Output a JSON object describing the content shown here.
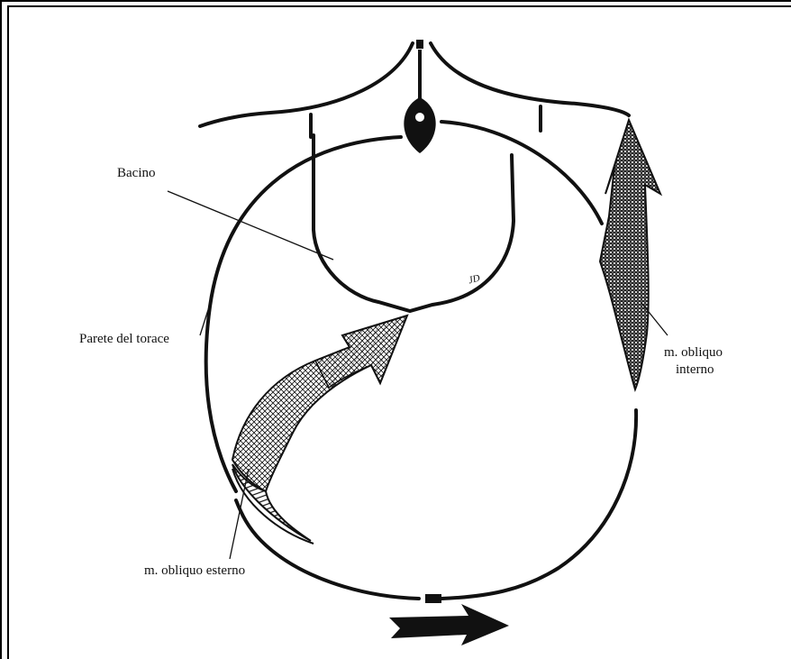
{
  "figure": {
    "labels": {
      "bacino": "Bacino",
      "parete": "Parete del torace",
      "obliquo_esterno": "m. obliquo esterno",
      "obliquo_interno_line1": "m. obliquo",
      "obliquo_interno_line2": "interno"
    },
    "signature": "JD"
  },
  "colors": {
    "ink": "#111111",
    "paper": "#ffffff"
  }
}
